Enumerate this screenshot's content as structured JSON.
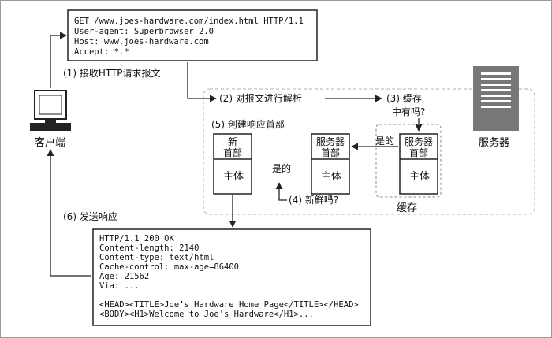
{
  "request": {
    "lines": [
      "GET /www.joes-hardware.com/index.html HTTP/1.1",
      "User-agent: Superbrowser 2.0",
      "Host: www.joes-hardware.com",
      "Accept: *.*"
    ]
  },
  "steps": {
    "step1": "(1) 接收HTTP请求报文",
    "step2": "(2) 对报文进行解析",
    "step3_line1": "(3) 缓存",
    "step3_line2": "中有吗?",
    "step4": "(4) 新鲜吗?",
    "step5": "(5) 创建响应首部",
    "step6": "(6) 发送响应"
  },
  "client_label": "客户端",
  "server_label": "服务器",
  "cache_label": "缓存",
  "yes_label": "是的",
  "new_response": {
    "header_line1": "新",
    "header_line2": "首部",
    "body": "主体"
  },
  "cached_copy": {
    "header_line1": "服务器",
    "header_line2": "首部",
    "body": "主体"
  },
  "cache_entry": {
    "header_line1": "服务器",
    "header_line2": "首部",
    "body": "主体"
  },
  "response": {
    "lines": [
      "HTTP/1.1 200 OK",
      "Content-length: 2140",
      "Content-type: text/html",
      "Cache-control: max-age=86400",
      "Age: 21562",
      "Via: ...",
      "",
      "<HEAD><TITLE>Joe’s Hardware Home Page</TITLE></HEAD>",
      "<BODY><H1>Welcome to Joe's Hardware</H1>..."
    ]
  }
}
